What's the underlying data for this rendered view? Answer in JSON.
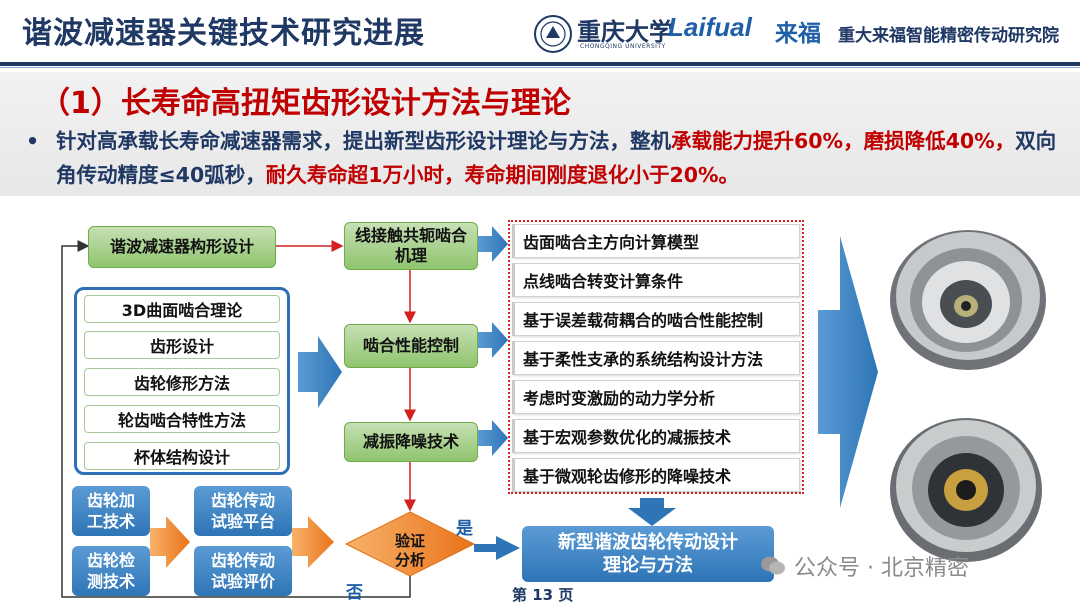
{
  "header": {
    "title": "谐波减速器关键技术研究进展",
    "logo_cqu_cn": "重庆大学",
    "logo_cqu_en": "CHONGQING UNIVERSITY",
    "logo_sep": "·",
    "logo_laifual": "Laifual",
    "logo_laifu_cn": "来福",
    "institute": "重大来福智能精密传动研究院"
  },
  "section": {
    "title": "（1）长寿命高扭矩齿形设计方法与理论",
    "bullet": "•",
    "bullet_parts": [
      {
        "text": "针对高承载长寿命减速器需求，提出新型齿形设计理论与方法，整机",
        "red": false
      },
      {
        "text": "承载能力提升60%，磨损降低40%，",
        "red": true
      },
      {
        "text": "双向角传动精度≤40弧秒，",
        "red": false
      },
      {
        "text": "耐久寿命超1万小时，寿命期间刚度退化小于20%。",
        "red": true
      }
    ]
  },
  "diagram": {
    "config_design": "谐波减速器构形设计",
    "left_theory": [
      "3D曲面啮合理论",
      "齿形设计",
      "齿轮修形方法",
      "轮齿啮合特性方法",
      "杯体结构设计"
    ],
    "mid_nodes": [
      "线接触共轭啮合机理",
      "啮合性能控制",
      "减振降噪技术"
    ],
    "right_items": [
      "齿面啮合主方向计算模型",
      "点线啮合转变计算条件",
      "基于误差载荷耦合的啮合性能控制",
      "基于柔性支承的系统结构设计方法",
      "考虑时变激励的动力学分析",
      "基于宏观参数优化的减振技术",
      "基于微观轮齿修形的降噪技术"
    ],
    "process_left": [
      "齿轮加工技术",
      "齿轮检测技术"
    ],
    "process_right": [
      "齿轮传动试验平台",
      "齿轮传动试验评价"
    ],
    "verify": "验证分析",
    "yes": "是",
    "no": "否",
    "result": "新型谐波齿轮传动设计理论与方法"
  },
  "footer": {
    "page_label": "第 13 页",
    "watermark": "公众号 · 北京精密"
  },
  "colors": {
    "navy": "#1f3864",
    "red": "#c00000",
    "green": "#8fc46e",
    "blue": "#2e75b6",
    "orange": "#f0892a"
  }
}
